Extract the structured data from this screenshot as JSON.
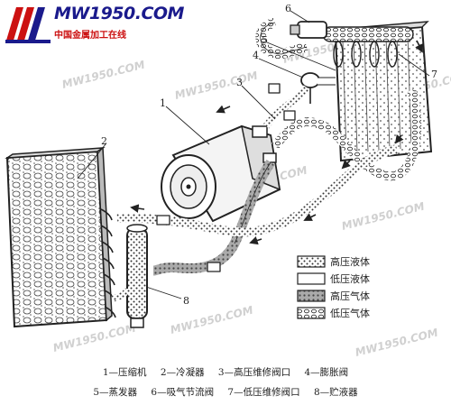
{
  "watermark": {
    "logo_text": "MW1950.COM",
    "logo_sub": "中国金属加工在线",
    "repeat_text": "MW1950.COM"
  },
  "callouts": [
    "1",
    "2",
    "3",
    "4",
    "5",
    "6",
    "7",
    "8"
  ],
  "legend": [
    {
      "key": "high_liquid",
      "label": "高压液体"
    },
    {
      "key": "low_liquid",
      "label": "低压液体"
    },
    {
      "key": "high_gas",
      "label": "高压气体"
    },
    {
      "key": "low_gas",
      "label": "低压气体"
    }
  ],
  "caption": {
    "line1": [
      "1—压缩机",
      "2—冷凝器",
      "3—高压维修阀口",
      "4—膨胀阀"
    ],
    "line2": [
      "5—蒸发器",
      "6—吸气节流阀",
      "7—低压维修阀口",
      "8—贮液器"
    ]
  },
  "colors": {
    "line": "#2a2a2a",
    "logo_blue": "#1a1a8c",
    "logo_red": "#cc1111",
    "watermark": "#d0d0d0"
  }
}
